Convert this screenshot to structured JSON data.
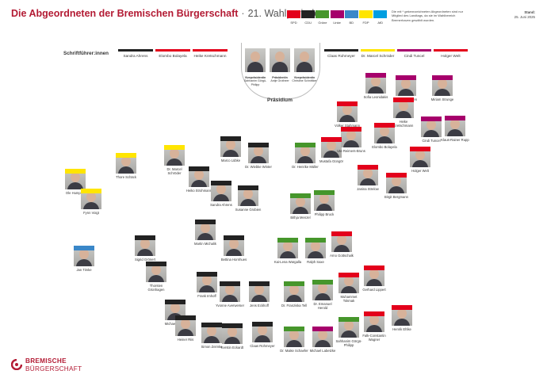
{
  "header": {
    "title": "Die Abgeordneten der Bremischen Bürgerschaft",
    "separator": "·",
    "period": "21. Wahlperiode"
  },
  "parties": [
    {
      "label": "SPD",
      "color": "#e3001b"
    },
    {
      "label": "CDU",
      "color": "#222222"
    },
    {
      "label": "Grüne",
      "color": "#46962b"
    },
    {
      "label": "Linke",
      "color": "#a6006b"
    },
    {
      "label": "BD",
      "color": "#3a87c8"
    },
    {
      "label": "FDP",
      "color": "#ffe500"
    },
    {
      "label": "AfD",
      "color": "#009ee0"
    }
  ],
  "note": "Die mit * gekennzeichneten Abgeordneten sind nur Mitglied des Landtags, da sie im Wahlbereich Bremerhaven gewählt wurden.",
  "stand": {
    "label": "Stand:",
    "date": "25. Juni 2025"
  },
  "secretaries": {
    "label": "Schriftführer:innen",
    "left": [
      {
        "name": "Sandra Ahrens",
        "color": "#222222"
      },
      {
        "name": "Elombo Bolayela",
        "color": "#e3001b"
      },
      {
        "name": "Heike Kretschmann",
        "color": "#e3001b"
      }
    ],
    "right": [
      {
        "name": "Claas Rohmeyer",
        "color": "#222222"
      },
      {
        "name": "Dr. Marcel Schröder",
        "color": "#ffe500"
      },
      {
        "name": "Cindi Tuncel",
        "color": "#a6006b"
      },
      {
        "name": "Holger Welt",
        "color": "#e3001b"
      }
    ]
  },
  "presidium": {
    "label": "Präsidium",
    "members": [
      {
        "role": "Vizepräsidentin",
        "name": "Sahhanim Görgü-Philipp"
      },
      {
        "role": "Präsidentin",
        "name": "Antje Grotheer"
      },
      {
        "role": "Vizepräsidentin",
        "name": "Christine Schnittker"
      }
    ]
  },
  "members": [
    {
      "name": "Dr. Maike Schaefer",
      "color": "#46962b"
    },
    {
      "name": "Michael Labetzke",
      "color": "#a6006b"
    },
    {
      "name": "Sahhanim Görgü-Philipp",
      "color": "#46962b"
    },
    {
      "name": "Falk-Constantin Wagner",
      "color": "#e3001b"
    },
    {
      "name": "Henrik Ehlke",
      "color": "#e3001b"
    },
    {
      "name": "Dr. Franziska Tell",
      "color": "#46962b"
    },
    {
      "name": "Dr. Emanuel Herold",
      "color": "#46962b"
    },
    {
      "name": "Muhammet Tokmak",
      "color": "#e3001b"
    },
    {
      "name": "Gerhard Lippert",
      "color": "#e3001b"
    },
    {
      "name": "Kai-Lena Wargalla",
      "color": "#46962b"
    },
    {
      "name": "Ralph Saxe",
      "color": "#46962b"
    },
    {
      "name": "Arno Gottschalk",
      "color": "#e3001b"
    },
    {
      "name": "Bithja Menzel",
      "color": "#46962b"
    },
    {
      "name": "Philipp Bruck",
      "color": "#46962b"
    },
    {
      "name": "Dr. Henrike Müller",
      "color": "#46962b"
    },
    {
      "name": "Mustafa Güngör",
      "color": "#e3001b"
    },
    {
      "name": "Claas Rohmeyer",
      "color": "#222222"
    },
    {
      "name": "Jens Eckhoff",
      "color": "#222222"
    },
    {
      "name": "Simon Zeimke",
      "color": "#222222"
    },
    {
      "name": "Kerstin Eckardt",
      "color": "#222222"
    },
    {
      "name": "Yvonne Averwerser",
      "color": "#222222"
    },
    {
      "name": "Frank Imhoff",
      "color": "#222222"
    },
    {
      "name": "Heiko Strohmann",
      "color": "#222222"
    },
    {
      "name": "Sandra Ahrens",
      "color": "#222222"
    },
    {
      "name": "Susanne Grobien",
      "color": "#222222"
    },
    {
      "name": "Dr. Wiebke Winter",
      "color": "#222222"
    },
    {
      "name": "Marco Lübke",
      "color": "#222222"
    },
    {
      "name": "Sigrid Grönert",
      "color": "#222222"
    },
    {
      "name": "Michael Jonitz",
      "color": "#222222"
    },
    {
      "name": "Heiner Riis",
      "color": "#222222"
    },
    {
      "name": "Thorsten Grünhagen",
      "color": "#222222"
    },
    {
      "name": "Bettina Hornhues",
      "color": "#222222"
    },
    {
      "name": "Martin Michalik",
      "color": "#222222"
    },
    {
      "name": "Jan Timke",
      "color": "#3a87c8"
    },
    {
      "name": "Thore Schäck",
      "color": "#ffe500"
    },
    {
      "name": "Ole Humpich",
      "color": "#ffe500"
    },
    {
      "name": "Dr. Marcel Schröder",
      "color": "#ffe500"
    },
    {
      "name": "Fynn Voigt",
      "color": "#ffe500"
    },
    {
      "name": "Sofia Leonidakis",
      "color": "#a6006b"
    },
    {
      "name": "Nelson Janßen",
      "color": "#a6006b"
    },
    {
      "name": "Cindi Tuncel",
      "color": "#a6006b"
    },
    {
      "name": "Miriam Strunge",
      "color": "#a6006b"
    },
    {
      "name": "Holger Welt",
      "color": "#e3001b"
    },
    {
      "name": "Elombo Bolayela",
      "color": "#e3001b"
    },
    {
      "name": "Heike Kretschmann",
      "color": "#e3001b"
    },
    {
      "name": "Ute Reimers-Bruns",
      "color": "#e3001b"
    },
    {
      "name": "Janina Strelow",
      "color": "#e3001b"
    },
    {
      "name": "Volker Stahmann",
      "color": "#e3001b"
    },
    {
      "name": "Birgit Bergmann",
      "color": "#e3001b"
    },
    {
      "name": "Klaus-Rainer Rupp",
      "color": "#a6006b"
    }
  ],
  "logo": {
    "line1": "BREMISCHE",
    "line2": "BÜRGERSCHAFT"
  }
}
